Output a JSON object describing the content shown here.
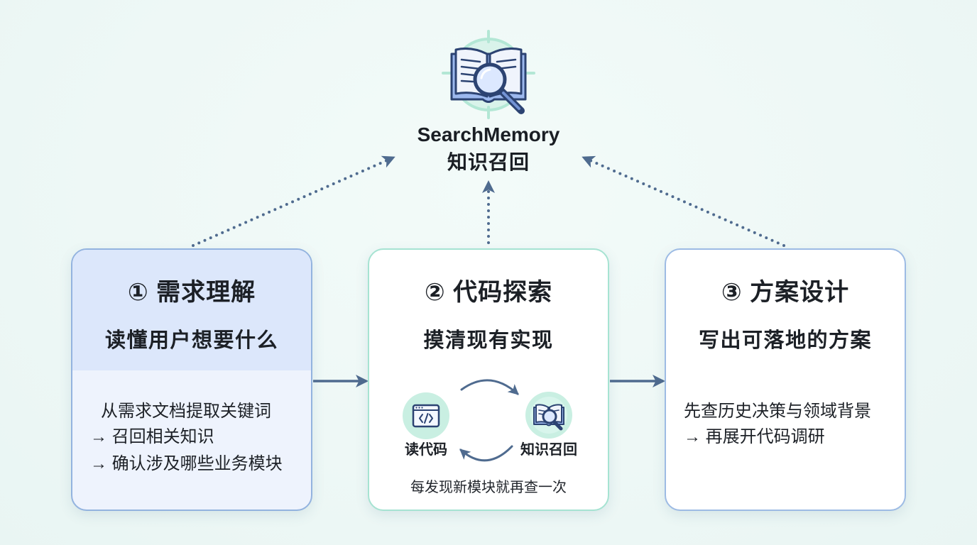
{
  "hub": {
    "icon": "book-search-icon",
    "title_en": "SearchMemory",
    "title_zh": "知识召回"
  },
  "cards": [
    {
      "title": "① 需求理解",
      "subtitle": "读懂用户想要什么",
      "lines": [
        "从需求文档提取关键词",
        "→ 召回相关知识",
        "→ 确认涉及哪些业务模块"
      ]
    },
    {
      "title": "② 代码探索",
      "subtitle": "摸清现有实现",
      "loop": {
        "left": {
          "icon": "code-window-icon",
          "label": "读代码"
        },
        "right": {
          "icon": "book-search-icon",
          "label": "知识召回"
        },
        "caption": "每发现新模块就再查一次"
      }
    },
    {
      "title": "③ 方案设计",
      "subtitle": "写出可落地的方案",
      "lines": [
        "先查历史决策与领域背景",
        "→ 再展开代码调研"
      ]
    }
  ],
  "colors": {
    "background": "#eef8f6",
    "arrow": "#4f6b8f",
    "card1_border": "#93b3df",
    "card1_header": "#dce7fb",
    "card1_body": "#eef3fd",
    "card2_border": "#a6e3d2",
    "card3_border": "#9dbbe4",
    "mint": "#c9efe2",
    "icon_stroke": "#2c4372"
  }
}
